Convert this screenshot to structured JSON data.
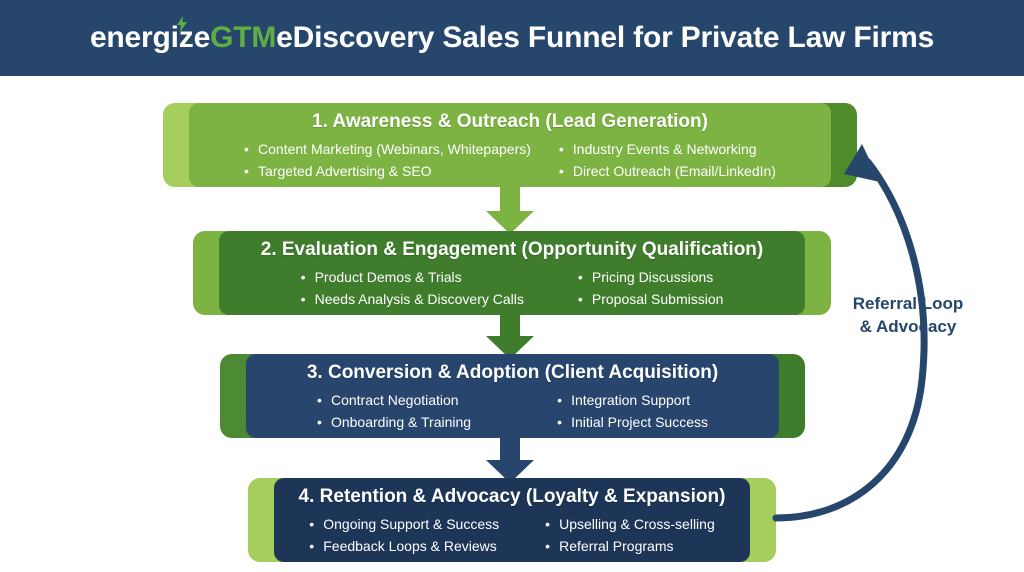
{
  "header": {
    "brand_primary": "energize",
    "brand_accent": "GTM",
    "title_rest": " eDiscovery Sales Funnel for Private Law Firms",
    "background_color": "#26466b",
    "accent_color": "#5fae44",
    "bolt_icon": "lightning-bolt-icon"
  },
  "stages": [
    {
      "title": "1. Awareness & Outreach (Lead Generation)",
      "left_column": [
        "Content Marketing (Webinars, Whitepapers)",
        "Targeted Advertising & SEO"
      ],
      "right_column": [
        "Industry Events & Networking",
        "Direct Outreach (Email/LinkedIn)"
      ],
      "face_color": "#7cb342",
      "edge_left_color": "#a6ce5c",
      "edge_right_color": "#4f8a2b"
    },
    {
      "title": "2. Evaluation & Engagement (Opportunity Qualification)",
      "left_column": [
        "Product Demos & Trials",
        "Needs Analysis & Discovery Calls"
      ],
      "right_column": [
        "Pricing Discussions",
        "Proposal Submission"
      ],
      "face_color": "#3f7c2c",
      "edge_left_color": "#7cb342",
      "edge_right_color": "#7cb342"
    },
    {
      "title": "3. Conversion & Adoption (Client Acquisition)",
      "left_column": [
        "Contract Negotiation",
        "Onboarding & Training"
      ],
      "right_column": [
        "Integration Support",
        "Initial Project Success"
      ],
      "face_color": "#27456d",
      "edge_left_color": "#4c8a34",
      "edge_right_color": "#3f7c2c"
    },
    {
      "title": "4. Retention & Advocacy (Loyalty & Expansion)",
      "left_column": [
        "Ongoing Support & Success",
        "Feedback Loops & Reviews"
      ],
      "right_column": [
        "Upselling & Cross-selling",
        "Referral Programs"
      ],
      "face_color": "#1d3557",
      "edge_left_color": "#a6ce5c",
      "edge_right_color": "#a6ce5c"
    }
  ],
  "connectors": [
    {
      "name": "arrow-stage1-to-stage2",
      "color": "#7cb342"
    },
    {
      "name": "arrow-stage2-to-stage3",
      "color": "#3f7c2c"
    },
    {
      "name": "arrow-stage3-to-stage4",
      "color": "#27456d"
    }
  ],
  "referral_loop": {
    "label_line1": "Referral Loop",
    "label_line2": "& Advocacy",
    "color": "#26466b"
  }
}
